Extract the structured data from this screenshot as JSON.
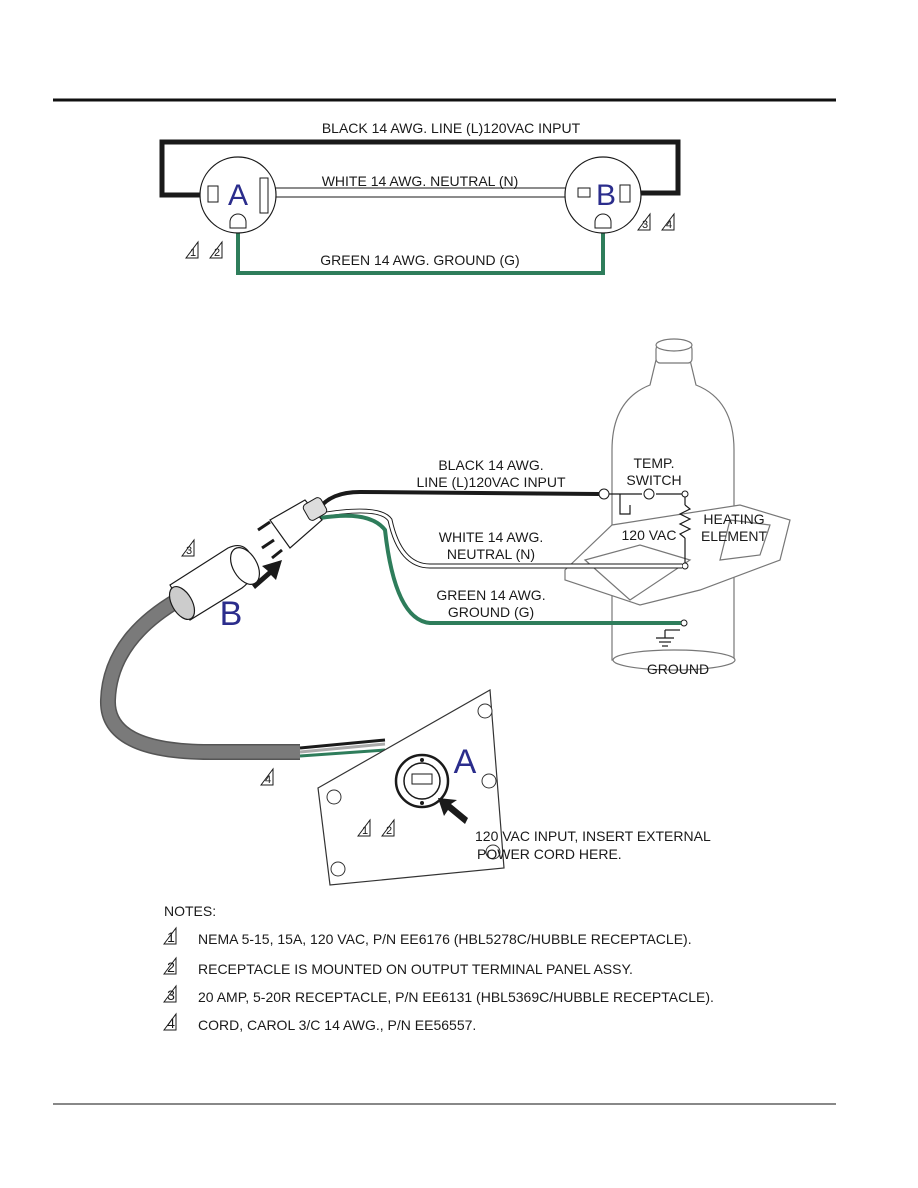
{
  "schematic": {
    "black_wire_label": "BLACK 14 AWG. LINE (L)120VAC INPUT",
    "white_wire_label": "WHITE 14 AWG. NEUTRAL (N)",
    "green_wire_label": "GREEN 14 AWG. GROUND (G)",
    "connector_a": "A",
    "connector_b": "B",
    "ref_a": [
      "1",
      "2"
    ],
    "ref_b": [
      "3",
      "4"
    ]
  },
  "pictorial": {
    "black_label_1": "BLACK 14 AWG.",
    "black_label_2": "LINE (L)120VAC INPUT",
    "white_label_1": "WHITE 14 AWG.",
    "white_label_2": "NEUTRAL (N)",
    "green_label_1": "GREEN 14 AWG.",
    "green_label_2": "GROUND (G)",
    "temp_switch_1": "TEMP.",
    "temp_switch_2": "SWITCH",
    "voltage": "120 VAC",
    "heating_1": "HEATING",
    "heating_2": "ELEMENT",
    "ground": "GROUND",
    "plug_letter": "B",
    "receptacle_letter": "A",
    "plug_ref": "3",
    "cord_ref": "4",
    "panel_ref": [
      "1",
      "2"
    ],
    "input_note_1": "120 VAC INPUT, INSERT EXTERNAL",
    "input_note_2": "POWER CORD HERE."
  },
  "notes": {
    "heading": "NOTES:",
    "items": [
      {
        "num": "1",
        "text": "NEMA 5-15, 15A, 120 VAC, P/N EE6176 (HBL5278C/HUBBLE RECEPTACLE)."
      },
      {
        "num": "2",
        "text": "RECEPTACLE IS MOUNTED ON OUTPUT TERMINAL PANEL ASSY."
      },
      {
        "num": "3",
        "text": "20 AMP, 5-20R RECEPTACLE, P/N EE6131 (HBL5369C/HUBBLE RECEPTACLE)."
      },
      {
        "num": "4",
        "text": "CORD, CAROL 3/C 14 AWG., P/N EE56557."
      }
    ]
  },
  "colors": {
    "black_wire": "#1a1a1a",
    "green_wire": "#2e7d5b",
    "cord": "#7a7a7a",
    "letters": "#2b2d8c"
  }
}
